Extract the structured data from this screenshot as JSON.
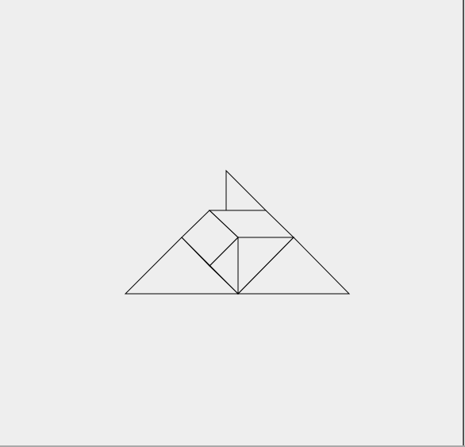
{
  "figure": {
    "type": "tangram",
    "stroke_color": "#000000",
    "background_color": "#eeeeee",
    "pieces": [
      {
        "id": "large-triangle-left",
        "kind": "triangle"
      },
      {
        "id": "large-triangle-right",
        "kind": "triangle"
      },
      {
        "id": "medium-triangle-top",
        "kind": "triangle"
      },
      {
        "id": "small-triangle-upper",
        "kind": "triangle"
      },
      {
        "id": "small-triangle-lower",
        "kind": "triangle"
      },
      {
        "id": "square",
        "kind": "square"
      },
      {
        "id": "parallelogram",
        "kind": "parallelogram"
      }
    ]
  }
}
